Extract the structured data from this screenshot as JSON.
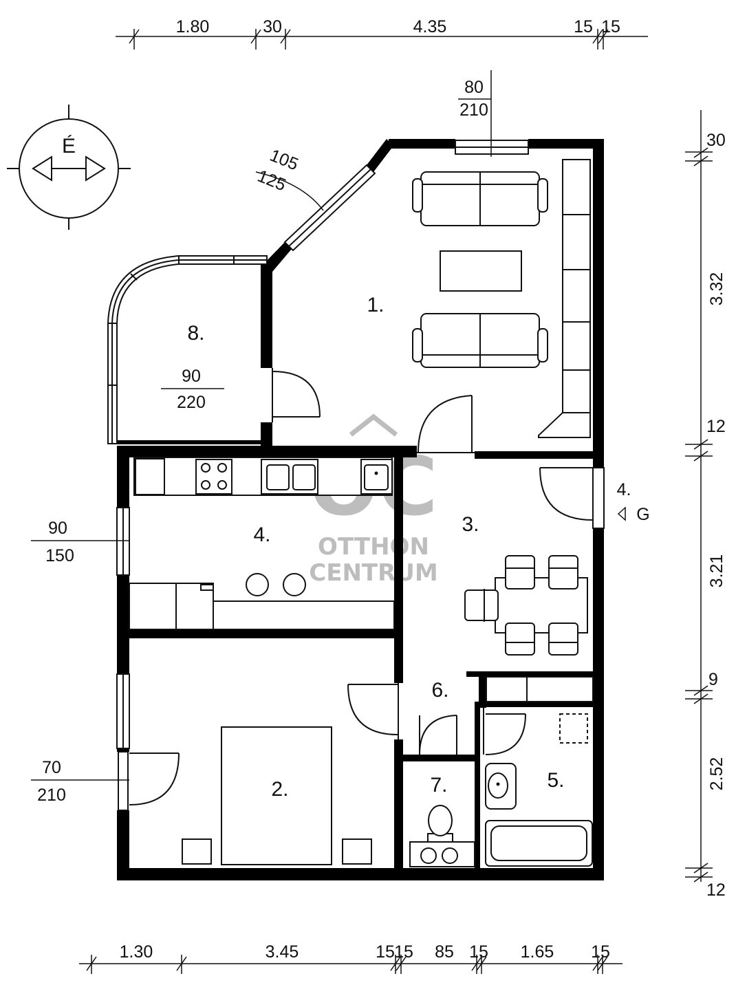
{
  "dimensions": {
    "top": [
      "1.80",
      "30",
      "4.35",
      "15",
      "15"
    ],
    "bottom": [
      "1.30",
      "3.45",
      "15",
      "15",
      "85",
      "15",
      "1.65",
      "15"
    ],
    "right": [
      "30",
      "3.32",
      "12",
      "3.21",
      "9",
      "2.52",
      "12"
    ]
  },
  "openings": {
    "top_window": {
      "w": "80",
      "h": "210"
    },
    "diag_window": {
      "w": "105",
      "h": "125"
    },
    "room8_door": {
      "w": "90",
      "h": "220"
    },
    "left_window": {
      "w": "90",
      "h": "150"
    },
    "left_door": {
      "w": "70",
      "h": "210"
    }
  },
  "rooms": [
    "1.",
    "2.",
    "3.",
    "4.",
    "5.",
    "6.",
    "7.",
    "8."
  ],
  "entrance": {
    "room": "4.",
    "letter": "G"
  },
  "compass": {
    "letter": "É"
  },
  "watermark": {
    "logo": "OC",
    "line1": "OTTHON",
    "line2": "CENTRUM"
  },
  "colors": {
    "wall": "#000000",
    "line": "#111111",
    "watermark": "#bdbdbd"
  }
}
